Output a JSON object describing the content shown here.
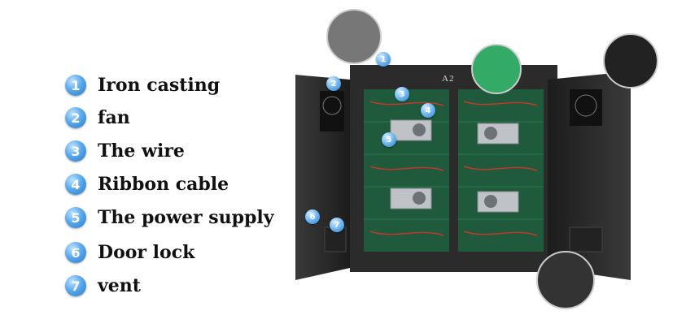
{
  "legend": [
    {
      "num": "1",
      "label": "Iron casting"
    },
    {
      "num": "2",
      "label": "fan"
    },
    {
      "num": "3",
      "label": "The wire"
    },
    {
      "num": "4",
      "label": "Ribbon cable"
    },
    {
      "num": "5",
      "label": "The power supply"
    },
    {
      "num": "6",
      "label": "Door lock"
    },
    {
      "num": "7",
      "label": "vent"
    }
  ],
  "cabinet_label": "A2",
  "callouts": [
    "1",
    "2",
    "3",
    "4",
    "5",
    "6",
    "7"
  ],
  "colors": {
    "badge": "#3a8ad8",
    "cabinet": "#2a2a2a",
    "module": "#1f5a3a",
    "wire": "#c0392b"
  }
}
